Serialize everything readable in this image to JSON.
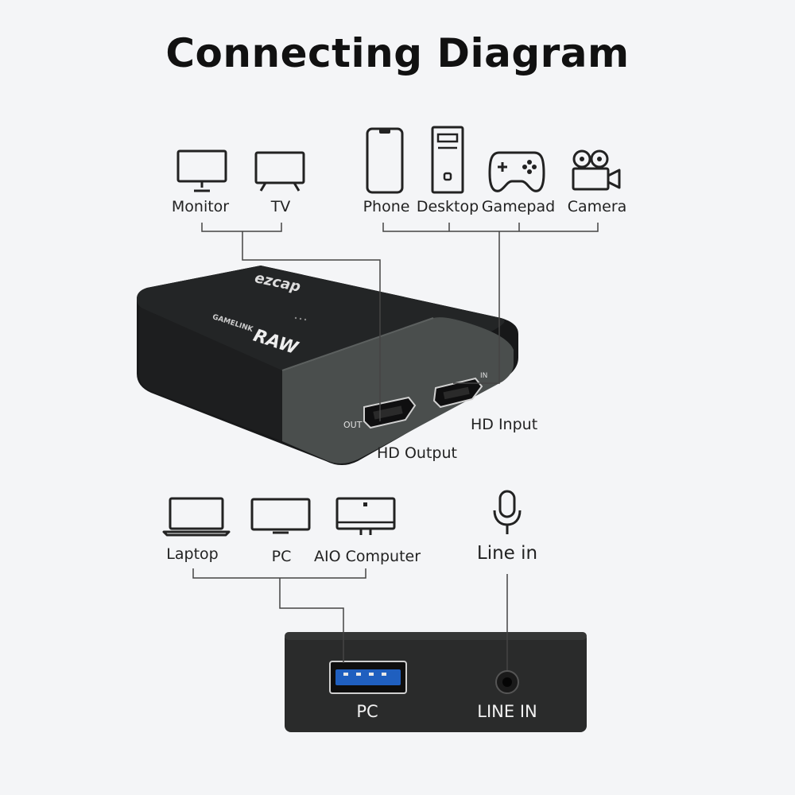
{
  "title": "Connecting Diagram",
  "top_devices": {
    "output_group": [
      {
        "label": "Monitor",
        "icon": "monitor-icon"
      },
      {
        "label": "TV",
        "icon": "tv-icon"
      }
    ],
    "input_group": [
      {
        "label": "Phone",
        "icon": "phone-icon"
      },
      {
        "label": "Desktop",
        "icon": "desktop-icon"
      },
      {
        "label": "Gamepad",
        "icon": "gamepad-icon"
      },
      {
        "label": "Camera",
        "icon": "camera-icon"
      }
    ]
  },
  "capture_card": {
    "brand": "ezcap",
    "model_prefix": "GAMELINK",
    "model_suffix": "RAW",
    "port_out_tag": "OUT",
    "port_in_tag": "IN",
    "hd_output_label": "HD Output",
    "hd_input_label": "HD Input",
    "body_color": "#1e1f20",
    "panel_color": "#4a4e4d"
  },
  "bottom_devices": {
    "pc_group": [
      {
        "label": "Laptop",
        "icon": "laptop-icon"
      },
      {
        "label": "PC",
        "icon": "pc-monitor-icon"
      },
      {
        "label": "AIO Computer",
        "icon": "aio-computer-icon"
      }
    ],
    "audio": {
      "label": "Line in",
      "icon": "microphone-icon"
    }
  },
  "rear_panel": {
    "usb_label": "PC",
    "line_in_label": "LINE IN",
    "usb_color": "#1f5fbf"
  }
}
